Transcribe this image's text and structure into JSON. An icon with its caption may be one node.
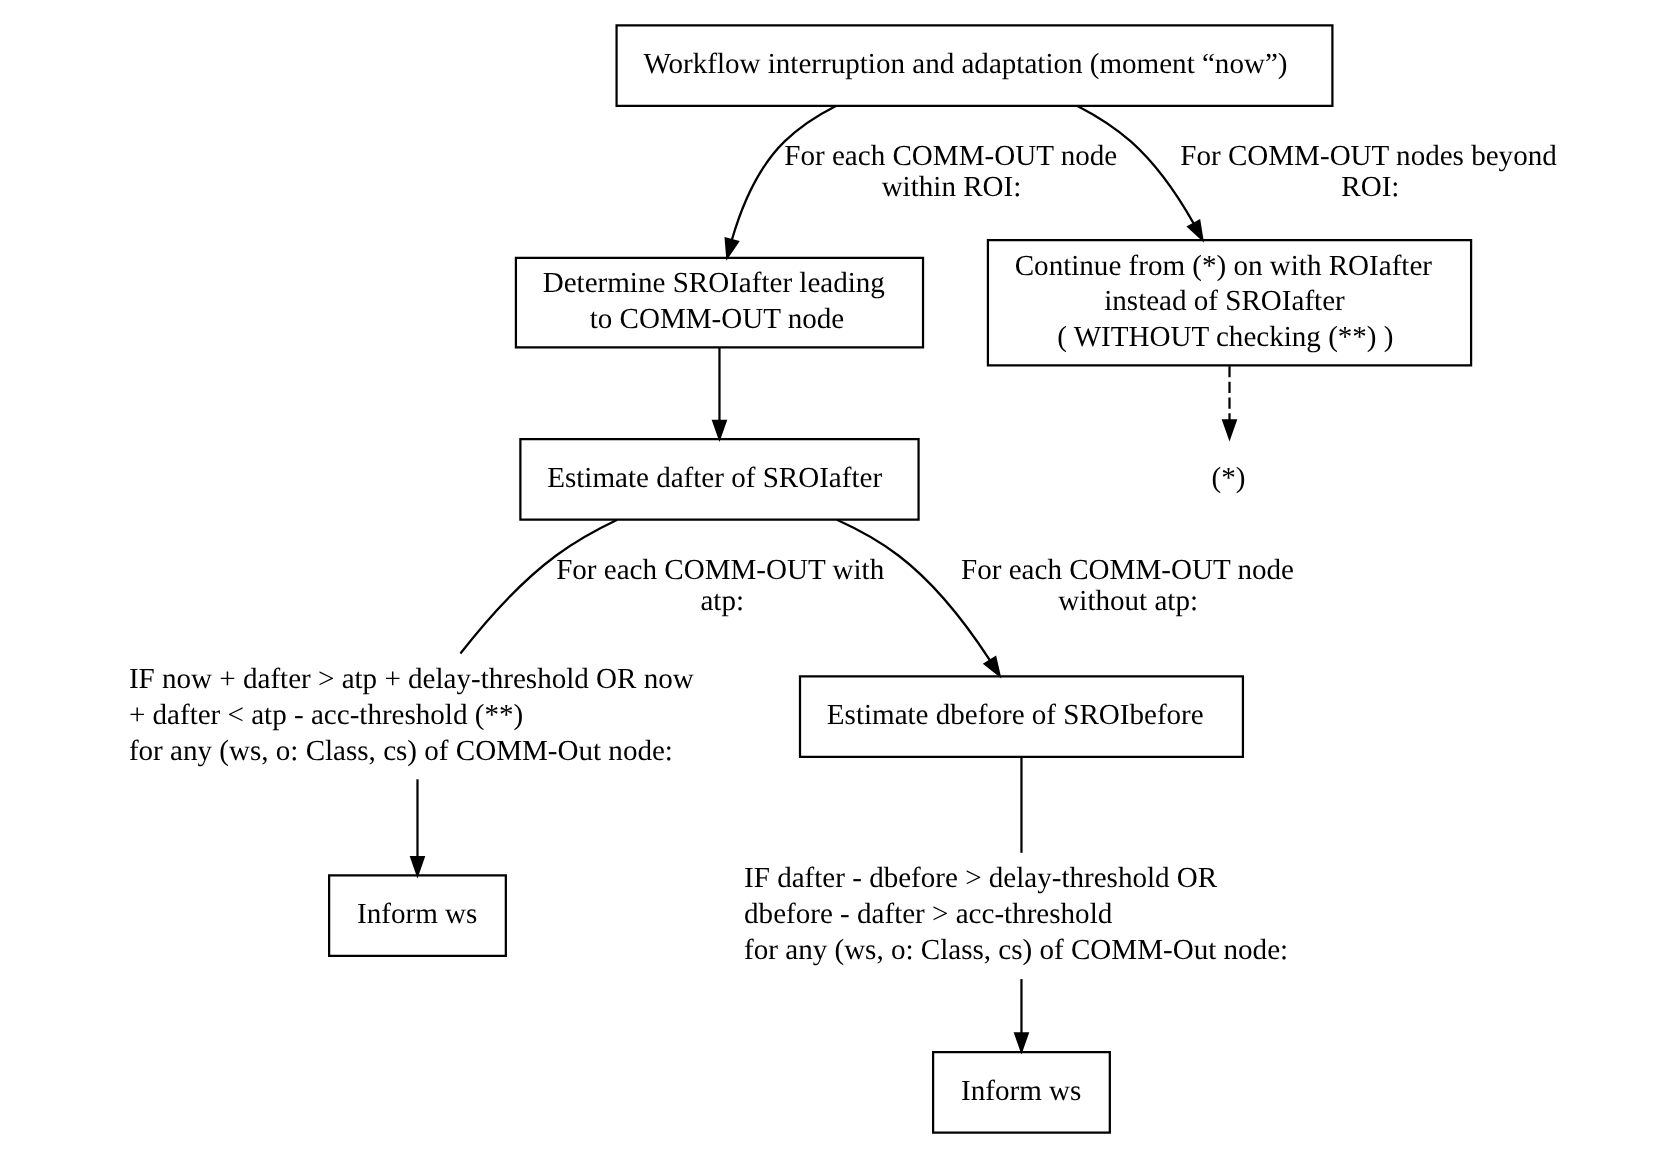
{
  "diagram": {
    "nodes": [
      {
        "text": [
          "Workflow interruption and adaptation (moment “now”)"
        ]
      },
      {
        "text": [
          "Determine SROIafter leading to COMM-OUT node"
        ]
      },
      {
        "text": [
          "Continue from (*) on with ROIafter instead of SROIafter",
          "( WITHOUT checking (**) )"
        ]
      },
      {
        "text": [
          "Estimate dafter of SROIafter"
        ]
      },
      {
        "text": [
          "(*)"
        ]
      },
      {
        "text": [
          "Estimate dbefore of SROIbefore"
        ]
      },
      {
        "text": [
          "IF now + dafter > atp + delay-threshold OR now + dafter < atp - acc-threshold (**)",
          "for any (ws, o: Class, cs) of COMM-Out node:"
        ]
      },
      {
        "text": [
          "IF dafter - dbefore > delay-threshold OR dbefore - dafter > acc-threshold",
          "for any (ws, o: Class, cs) of COMM-Out node:"
        ]
      },
      {
        "text": [
          "Inform ws"
        ]
      },
      {
        "text": [
          "Inform ws"
        ]
      }
    ],
    "edges": [
      {
        "from": 0,
        "to": 1,
        "arrow": "to",
        "label": "For each COMM-OUT node within ROI:"
      },
      {
        "from": 0,
        "to": 2,
        "arrow": "to",
        "label": "For COMM-OUT nodes beyond ROI:"
      },
      {
        "from": 1,
        "to": 3,
        "arrow": "to"
      },
      {
        "from": 2,
        "to": 4,
        "arrow": "to",
        "style": "dashed"
      },
      {
        "from": 3,
        "to": 6,
        "arrow": "none",
        "label": "For each COMM-OUT with atp:"
      },
      {
        "from": 3,
        "to": 5,
        "arrow": "to",
        "label": "For each COMM-OUT node without atp:"
      },
      {
        "from": 5,
        "to": 7,
        "arrow": "none"
      },
      {
        "from": 6,
        "to": 8,
        "arrow": "to"
      },
      {
        "from": 7,
        "to": 9,
        "arrow": "to"
      }
    ]
  }
}
